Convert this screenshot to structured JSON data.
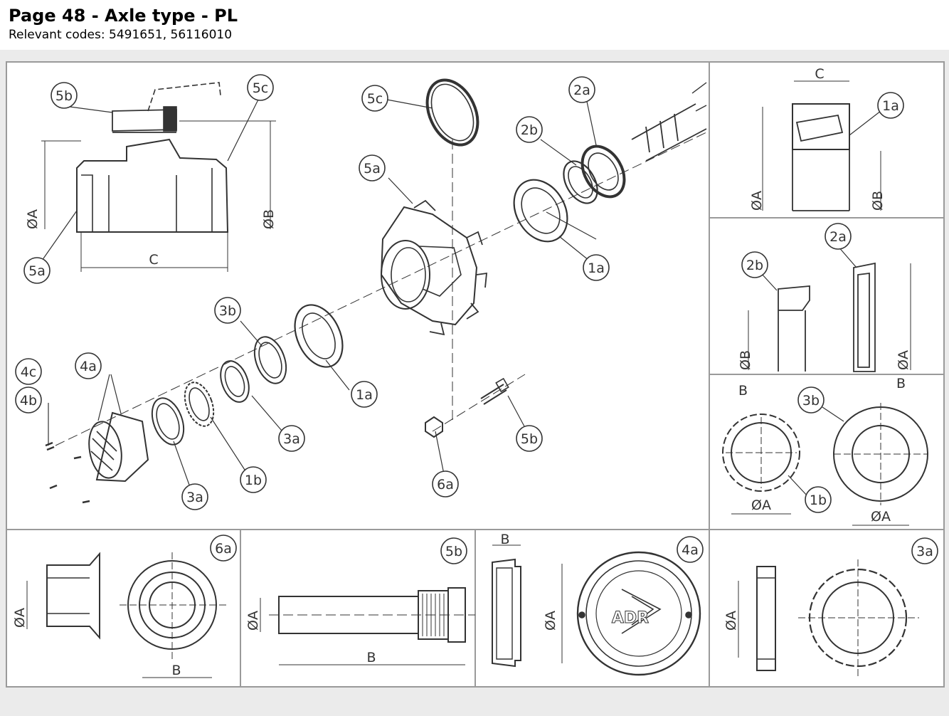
{
  "page": {
    "title": "Page 48 - Axle type - PL",
    "codes_label": "Relevant codes: 5491651, 56116010"
  },
  "callouts": {
    "c5b": "5b",
    "c5c": "5c",
    "c5c2": "5c",
    "c5a": "5a",
    "c5a2": "5a",
    "c2a": "2a",
    "c2b": "2b",
    "c1a": "1a",
    "c1a2": "1a",
    "c3b": "3b",
    "c4c": "4c",
    "c4a": "4a",
    "c4b": "4b",
    "c3a": "3a",
    "c3a2": "3a",
    "c1b": "1b",
    "c6a": "6a",
    "c5b2": "5b",
    "r1a": "1a",
    "r2b": "2b",
    "r2a": "2a",
    "r3b": "3b",
    "r1b": "1b",
    "p6a": "6a",
    "p5b": "5b",
    "p4a": "4a",
    "p3a": "3a"
  },
  "dims": {
    "phiA": "ØA",
    "phiB": "ØB",
    "C": "C",
    "B": "B"
  },
  "logo_text": "ADR",
  "colors": {
    "line": "#333333",
    "frame": "#9a9a9a",
    "band": "#ebebeb"
  }
}
